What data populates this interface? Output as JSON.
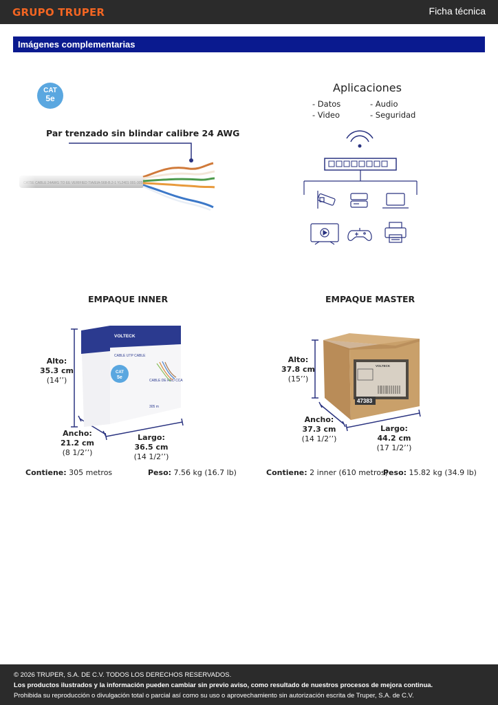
{
  "header": {
    "brand": "GRUPO TRUPER",
    "doc_type": "Ficha técnica"
  },
  "section": {
    "title": "Imágenes complementarias"
  },
  "cable": {
    "cat_top": "CAT",
    "cat_bottom": "5e",
    "label": "Par trenzado sin blindar calibre 24 AWG",
    "print": "CAT5E CABLE 24AWG TO EE VERIFIED TIA/EIA-568-B.2-1 YL2401 001-305M"
  },
  "applications": {
    "title": "Aplicaciones",
    "items": [
      "- Datos",
      "- Audio",
      "- Video",
      "- Seguridad"
    ]
  },
  "inner": {
    "title": "EMPAQUE INNER",
    "box_brand": "VOLTECK",
    "box_label": "CABLE UTP CABLE",
    "box_side": "CABLE DE RED CCA",
    "box_len": "305 m",
    "alto": {
      "label": "Alto:",
      "value": "35.3 cm",
      "imperial": "(14’’)"
    },
    "ancho": {
      "label": "Ancho:",
      "value": "21.2 cm",
      "imperial": "(8 1/2’’)"
    },
    "largo": {
      "label": "Largo:",
      "value": "36.5 cm",
      "imperial": "(14 1/2’’)"
    },
    "contiene_label": "Contiene:",
    "contiene_value": " 305 metros",
    "peso_label": "Peso:",
    "peso_value": " 7.56 kg (16.7 lb)"
  },
  "master": {
    "title": "EMPAQUE MASTER",
    "box_brand": "VOLTECK",
    "box_code": "47383",
    "alto": {
      "label": "Alto:",
      "value": "37.8 cm",
      "imperial": "(15’’)"
    },
    "ancho": {
      "label": "Ancho:",
      "value": "37.3 cm",
      "imperial": "(14 1/2’’)"
    },
    "largo": {
      "label": "Largo:",
      "value": "44.2 cm",
      "imperial": "(17 1/2’’)"
    },
    "contiene_label": "Contiene:",
    "contiene_value": " 2 inner (610 metros)",
    "peso_label": "Peso:",
    "peso_value": " 15.82 kg (34.9 lb)"
  },
  "footer": {
    "copyright": "© 2026 TRUPER, S.A. DE C.V. TODOS LOS DERECHOS RESERVADOS.",
    "notice": "Los productos ilustrados y la información pueden cambiar sin previo aviso, como resultado de nuestros procesos de mejora continua.",
    "prohibition": "Prohibida su reproducción o divulgación total o parcial así como su uso o aprovechamiento sin autorización escrita de Truper, S.A. de C.V."
  },
  "colors": {
    "brand": "#f26522",
    "section_bar": "#0a1a8f",
    "accent_blue": "#5aa7e0",
    "navy": "#2a3380"
  }
}
